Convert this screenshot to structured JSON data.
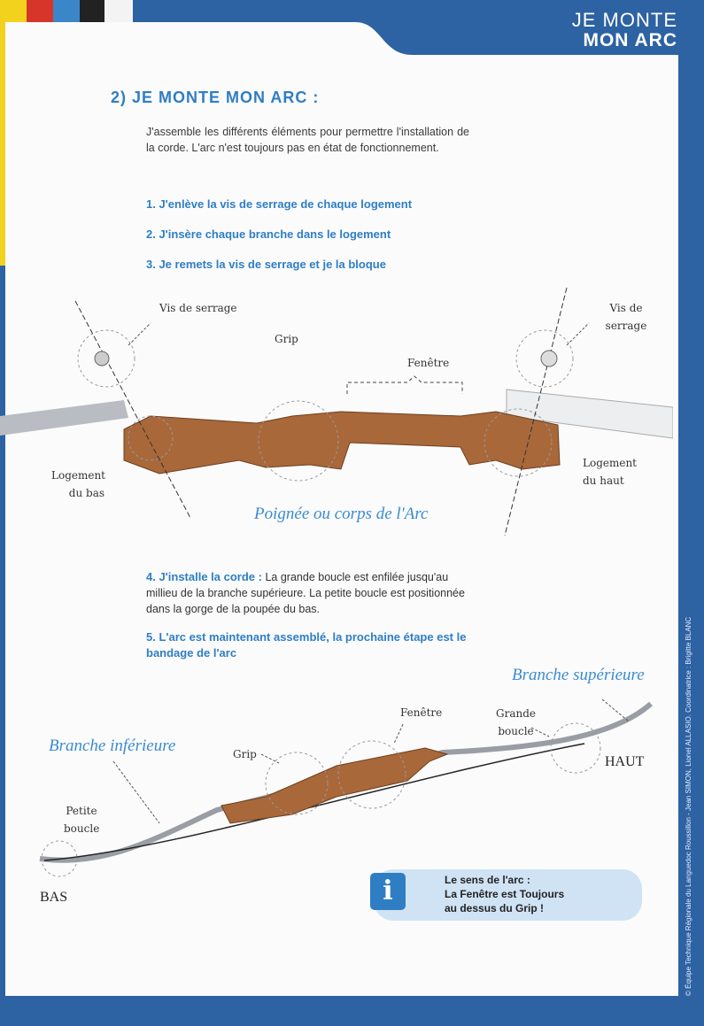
{
  "header": {
    "line1": "JE MONTE",
    "line2": "MON ARC"
  },
  "title": "2) JE MONTE MON ARC :",
  "intro": "J'assemble les différents éléments pour permettre l'installation de la corde. L'arc n'est toujours pas en état de fonctionnement.",
  "steps": [
    {
      "label": "1. J'enlève la vis de serrage de chaque logement"
    },
    {
      "label": "2. J'insère chaque branche dans le logement"
    },
    {
      "label": "3. Je remets la vis de serrage et je la bloque"
    },
    {
      "label": "4. J'installe la corde :",
      "body": "La grande boucle est enfilée jusqu'au millieu de la branche supérieure. La petite boucle est positionnée dans la gorge de la poupée du bas."
    },
    {
      "label": "5. L'arc est maintenant assemblé, la prochaine étape est le bandage de l'arc"
    }
  ],
  "diagram1": {
    "screw_left": "Vis de serrage",
    "screw_right": "Vis de serrage",
    "grip": "Grip",
    "window": "Fenêtre",
    "slot_bottom": "Logement du bas",
    "slot_top": "Logement du haut",
    "caption": "Poignée ou corps de l'Arc"
  },
  "diagram2": {
    "upper_limb": "Branche supérieure",
    "lower_limb": "Branche inférieure",
    "window": "Fenêtre",
    "big_loop": "Grande boucle",
    "small_loop": "Petite boucle",
    "grip": "Grip",
    "top": "HAUT",
    "bottom": "BAS"
  },
  "info": {
    "icon": "info-icon",
    "line1": "Le sens de l'arc :",
    "line2": "La Fenêtre est Toujours",
    "line3": "au dessus du Grip !"
  },
  "copyright": "© Équipe Technique Régionale du Languedoc Roussillon - Jean SIMON, Lionel ALLASIO. Coordinatrice : Brigitte BLANC"
}
